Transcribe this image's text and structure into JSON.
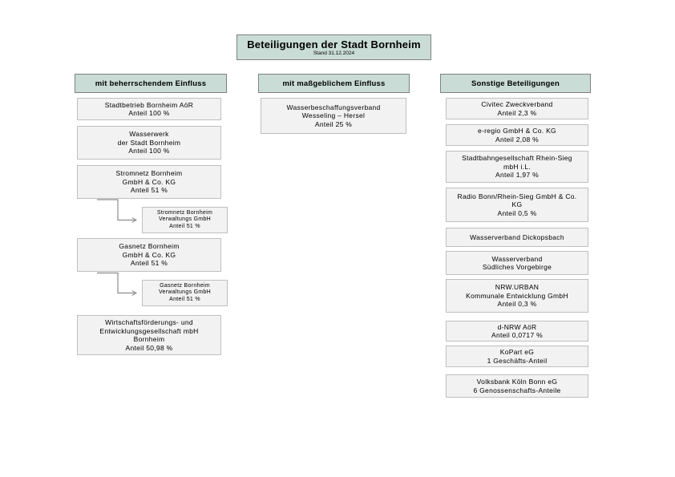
{
  "title": {
    "text": "Beteiligungen der Stadt Bornheim",
    "subtitle": "Stand 31.12.2024"
  },
  "colors": {
    "header_fill": "#c9dcd6",
    "header_border": "#808080",
    "box_fill": "#f2f2f2",
    "box_border": "#bfbfbf",
    "connector": "#8c8c8c"
  },
  "columns": [
    {
      "header": "mit beherrschendem Einfluss",
      "boxes": [
        {
          "lines": [
            "Stadtbetrieb Bornheim AöR",
            "Anteil 100 %"
          ]
        },
        {
          "lines": [
            "Wasserwerk",
            "der Stadt Bornheim",
            "Anteil 100 %"
          ]
        },
        {
          "lines": [
            "Stromnetz Bornheim",
            "GmbH & Co. KG",
            "Anteil 51 %"
          ]
        },
        {
          "lines": [
            "Stromnetz Bornheim",
            "Verwaltungs GmbH",
            "Anteil 51 %"
          ]
        },
        {
          "lines": [
            "Gasnetz Bornheim",
            "GmbH & Co. KG",
            "Anteil 51 %"
          ]
        },
        {
          "lines": [
            "Gasnetz Bornheim",
            "Verwaltungs GmbH",
            "Anteil 51 %"
          ]
        },
        {
          "lines": [
            "Wirtschaftsförderungs- und",
            "Entwicklungsgesellschaft mbH",
            "Bornheim",
            "Anteil 50,98 %"
          ]
        }
      ]
    },
    {
      "header": "mit maßgeblichem Einfluss",
      "boxes": [
        {
          "lines": [
            "Wasserbeschaffungsverband",
            "Wesseling – Hersel",
            "Anteil 25 %"
          ]
        }
      ]
    },
    {
      "header": "Sonstige Beteiligungen",
      "boxes": [
        {
          "lines": [
            "Civitec Zweckverband",
            "Anteil 2,3 %"
          ]
        },
        {
          "lines": [
            "e-regio GmbH & Co. KG",
            "Anteil 2,08 %"
          ]
        },
        {
          "lines": [
            "Stadtbahngesellschaft Rhein-Sieg",
            "mbH i.L.",
            "Anteil 1,97 %"
          ]
        },
        {
          "lines": [
            "Radio Bonn/Rhein-Sieg GmbH & Co.",
            "KG",
            "Anteil 0,5 %"
          ]
        },
        {
          "lines": [
            "Wasserverband Dickopsbach"
          ]
        },
        {
          "lines": [
            "Wasserverband",
            "Südliches Vorgebirge"
          ]
        },
        {
          "lines": [
            "NRW.URBAN",
            "Kommunale Entwicklung GmbH",
            "Anteil 0,3 %"
          ]
        },
        {
          "lines": [
            "d-NRW AöR",
            "Anteil 0,0717 %"
          ]
        },
        {
          "lines": [
            "KoPart eG",
            "1 Geschäfts-Anteil"
          ]
        },
        {
          "lines": [
            "Volksbank Köln Bonn eG",
            "6 Genossenschafts-Anteile"
          ]
        }
      ]
    }
  ]
}
